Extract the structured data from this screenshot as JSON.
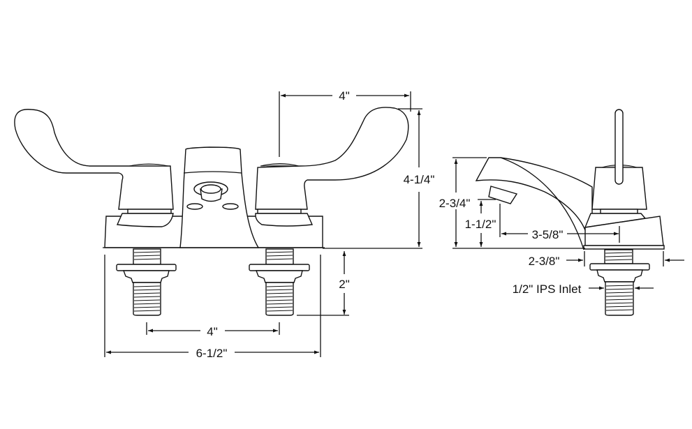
{
  "diagram": {
    "subject": "Two-handle faucet with wristblade handles — dimensional drawing",
    "views": [
      "front-view",
      "side-view"
    ],
    "front_view": {
      "dimensions": {
        "handle_spacing_top": "4\"",
        "overall_height": "4-1/4\"",
        "shank_length": "2\"",
        "inlet_centers": "4\"",
        "base_width": "6-1/2\""
      }
    },
    "side_view": {
      "dimensions": {
        "spout_height": "2-3/4\"",
        "spout_clearance": "1-1/2\"",
        "spout_reach": "3-5/8\"",
        "base_depth": "2-3/8\"",
        "inlet": "1/2\" IPS Inlet"
      }
    },
    "colors": {
      "line": "#111111",
      "background": "#ffffff",
      "cap_fill": "#bdbdbd"
    }
  }
}
